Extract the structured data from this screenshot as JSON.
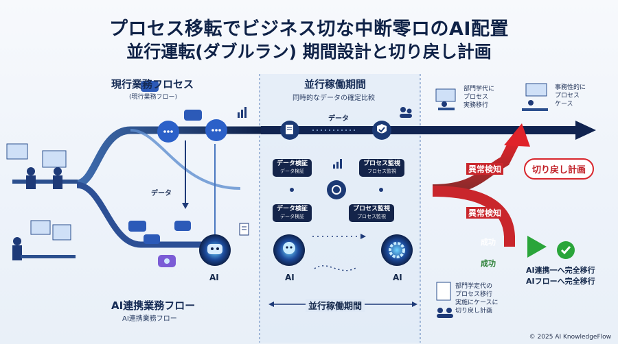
{
  "title": {
    "line1": "プロセス移転でビジネス切な中断零ロのAI配置",
    "line2": "並行運転(ダブルラン) 期間設計と切り戻し計画"
  },
  "current_process": {
    "label": "現行業務フロセス",
    "sub": "(現行業務フロー)"
  },
  "parallel_period": {
    "label": "並行稼働期間",
    "sub": "同時的なデータの確定比較",
    "bottom_label": "並行稼働期間"
  },
  "ai_flow": {
    "label": "AI連携業務フロー",
    "sub": "AI連携業務フロー"
  },
  "data_labels": {
    "top": "データ",
    "left": "データ"
  },
  "chips": [
    {
      "a": "データ検証",
      "b": "データ検証"
    },
    {
      "a": "プロセス監視",
      "b": "フロセス監視"
    },
    {
      "a": "データ検証",
      "b": "データ検証"
    },
    {
      "a": "プロセス監視",
      "b": "プロセス監視"
    }
  ],
  "ai_labels": [
    "AI",
    "AI",
    "AI"
  ],
  "anomaly": {
    "upper": "異常検知",
    "lower": "異常検知"
  },
  "rollback_plan": "切り戻し計画",
  "success": {
    "upper": "成功",
    "lower": "成功"
  },
  "result": {
    "line1": "AI連携一へ完全移行",
    "line2": "AIフローへ完全移行"
  },
  "top_right_notes": [
    [
      "部門学代に",
      "プロセス",
      "実務移行"
    ],
    [
      "事務性的に",
      "プロセス",
      "ケース"
    ]
  ],
  "bottom_note": [
    "部門学定代の",
    "プロセス移行",
    "実施にケースに",
    "切り戻し計画"
  ],
  "copyright": "© 2025 AI KnowledgeFlow",
  "colors": {
    "navy": "#14244a",
    "red": "#d8252c",
    "green": "#2f9a3b",
    "accent": "#1e6fd9"
  },
  "icons": [
    "chat-bubble-icon",
    "robot-icon",
    "gear-icon",
    "shield-check-icon",
    "document-icon",
    "bar-chart-icon",
    "team-meeting-icon",
    "person-desk-icon",
    "check-circle-icon"
  ]
}
